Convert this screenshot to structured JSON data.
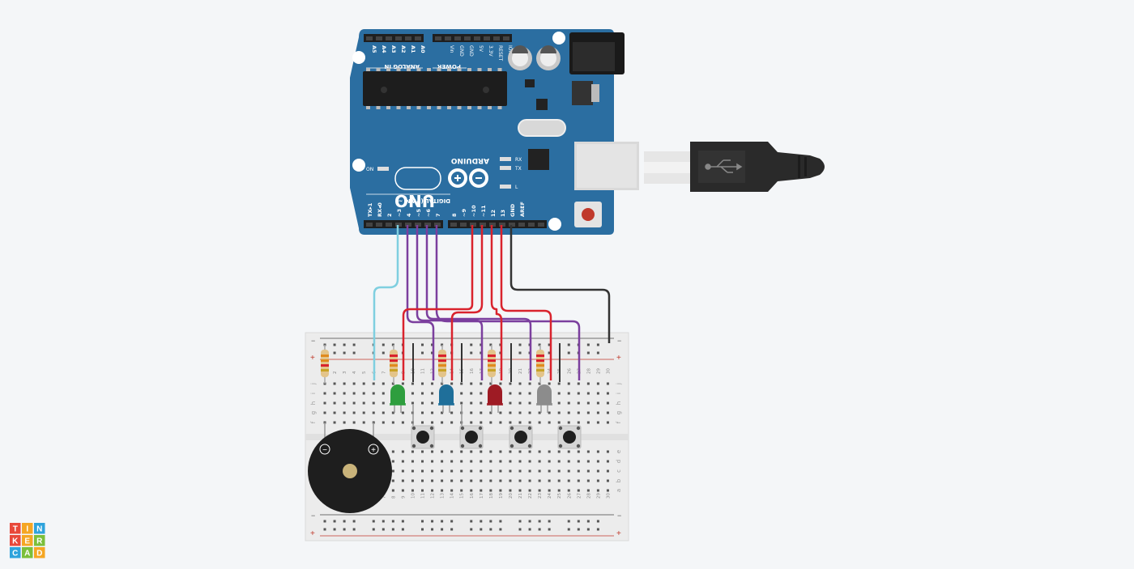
{
  "arduino": {
    "model": "UNO",
    "brand": "ARDUINO",
    "analog_header": "ANALOG IN",
    "analog_pins": [
      "A5",
      "A4",
      "A3",
      "A2",
      "A1",
      "A0"
    ],
    "power_header": "POWER",
    "power_pins": [
      "Vin",
      "GND",
      "GND",
      "5V",
      "3.3V",
      "RESET",
      "IOREF"
    ],
    "digital_header": "DIGITAL (PWM ~)",
    "digital_pins": [
      "TX▸1",
      "RX◂0",
      "2",
      "~3",
      "4",
      "~5",
      "~6",
      "7",
      "8",
      "~9",
      "~10",
      "~11",
      "12",
      "13",
      "GND",
      "AREF"
    ],
    "on_label": "ON",
    "tx_label": "TX",
    "rx_label": "RX",
    "l_label": "L"
  },
  "breadboard": {
    "col_numbers": [
      "1",
      "2",
      "3",
      "4",
      "5",
      "6",
      "7",
      "8",
      "9",
      "10",
      "11",
      "12",
      "13",
      "14",
      "15",
      "16",
      "17",
      "18",
      "19",
      "20",
      "21",
      "22",
      "23",
      "24",
      "25",
      "26",
      "27",
      "28",
      "29",
      "30"
    ],
    "top_rows": [
      "j",
      "i",
      "h",
      "g",
      "f"
    ],
    "bottom_rows": [
      "e",
      "d",
      "c",
      "b",
      "a"
    ],
    "plus": "+",
    "minus": "−"
  },
  "buzzer": {
    "minus": "−",
    "plus": "+"
  },
  "logo": {
    "letters": [
      "T",
      "I",
      "N",
      "K",
      "E",
      "R",
      "C",
      "A",
      "D"
    ]
  },
  "colors": {
    "board": "#2b6ea1",
    "wire_purple": "#7b3f9e",
    "wire_red": "#d9232d",
    "wire_black": "#333333",
    "wire_cyan": "#7fcfe0",
    "led_green": "#2e9e3e",
    "led_blue": "#1f6f9a",
    "led_red": "#9e1b24",
    "led_gray": "#8c8c8c"
  }
}
